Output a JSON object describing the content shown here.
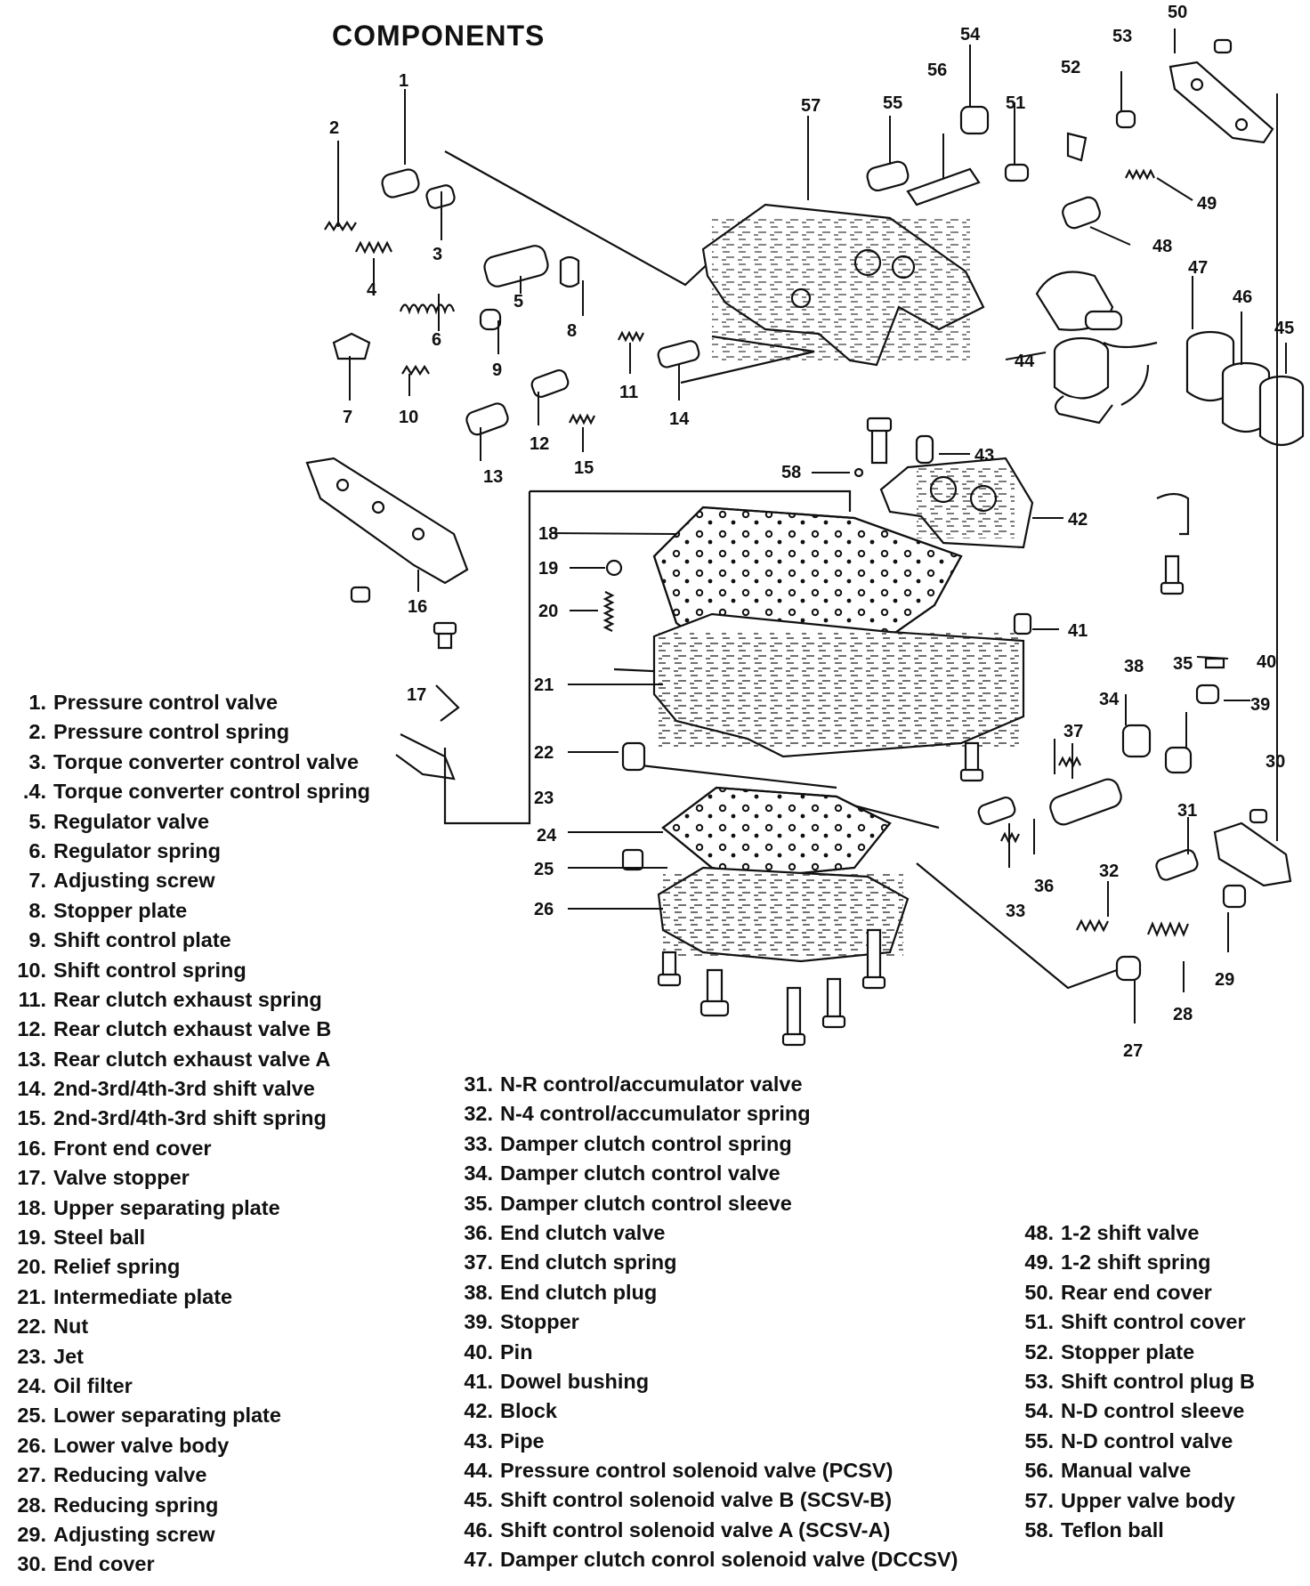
{
  "title": "COMPONENTS",
  "callouts": [
    "1",
    "2",
    "3",
    "4",
    "5",
    "6",
    "7",
    "8",
    "9",
    "10",
    "11",
    "12",
    "13",
    "14",
    "15",
    "16",
    "17",
    "18",
    "19",
    "20",
    "21",
    "22",
    "23",
    "24",
    "25",
    "26",
    "27",
    "28",
    "29",
    "30",
    "31",
    "32",
    "33",
    "34",
    "35",
    "36",
    "37",
    "38",
    "39",
    "40",
    "41",
    "42",
    "43",
    "44",
    "45",
    "46",
    "47",
    "48",
    "49",
    "50",
    "51",
    "52",
    "53",
    "54",
    "55",
    "56",
    "57",
    "58"
  ],
  "legend_left": [
    {
      "num": "1.",
      "label": "Pressure control valve"
    },
    {
      "num": "2.",
      "label": "Pressure control spring"
    },
    {
      "num": "3.",
      "label": "Torque converter control valve"
    },
    {
      "num": ".4.",
      "label": "Torque converter control spring"
    },
    {
      "num": "5.",
      "label": "Regulator valve"
    },
    {
      "num": "6.",
      "label": "Regulator spring"
    },
    {
      "num": "7.",
      "label": "Adjusting screw"
    },
    {
      "num": "8.",
      "label": "Stopper plate"
    },
    {
      "num": "9.",
      "label": "Shift control plate"
    },
    {
      "num": "10.",
      "label": "Shift control spring"
    },
    {
      "num": "11.",
      "label": "Rear clutch exhaust spring"
    },
    {
      "num": "12.",
      "label": "Rear clutch exhaust valve B"
    },
    {
      "num": "13.",
      "label": "Rear clutch exhaust valve A"
    },
    {
      "num": "14.",
      "label": "2nd-3rd/4th-3rd shift valve"
    },
    {
      "num": "15.",
      "label": "2nd-3rd/4th-3rd shift spring"
    },
    {
      "num": "16.",
      "label": "Front end cover"
    },
    {
      "num": "17.",
      "label": "Valve stopper"
    },
    {
      "num": "18.",
      "label": "Upper separating plate"
    },
    {
      "num": "19.",
      "label": "Steel ball"
    },
    {
      "num": "20.",
      "label": "Relief spring"
    },
    {
      "num": "21.",
      "label": "Intermediate plate"
    },
    {
      "num": "22.",
      "label": "Nut"
    },
    {
      "num": "23.",
      "label": "Jet"
    },
    {
      "num": "24.",
      "label": "Oil filter"
    },
    {
      "num": "25.",
      "label": "Lower separating plate"
    },
    {
      "num": "26.",
      "label": "Lower valve body"
    },
    {
      "num": "27.",
      "label": "Reducing valve"
    },
    {
      "num": "28.",
      "label": "Reducing spring"
    },
    {
      "num": "29.",
      "label": "Adjusting screw"
    },
    {
      "num": "30.",
      "label": "End cover"
    }
  ],
  "legend_mid": [
    {
      "num": "31.",
      "label": "N-R control/accumulator valve"
    },
    {
      "num": "32.",
      "label": "N-4 control/accumulator spring"
    },
    {
      "num": "33.",
      "label": "Damper clutch control spring"
    },
    {
      "num": "34.",
      "label": "Damper clutch control valve"
    },
    {
      "num": "35.",
      "label": "Damper clutch control sleeve"
    },
    {
      "num": "36.",
      "label": "End clutch valve"
    },
    {
      "num": "37.",
      "label": "End clutch spring"
    },
    {
      "num": "38.",
      "label": "End clutch plug"
    },
    {
      "num": "39.",
      "label": "Stopper"
    },
    {
      "num": "40.",
      "label": "Pin"
    },
    {
      "num": "41.",
      "label": "Dowel bushing"
    },
    {
      "num": "42.",
      "label": "Block"
    },
    {
      "num": "43.",
      "label": "Pipe"
    },
    {
      "num": "44.",
      "label": "Pressure control solenoid valve (PCSV)"
    },
    {
      "num": "45.",
      "label": "Shift control solenoid valve B (SCSV-B)"
    },
    {
      "num": "46.",
      "label": "Shift control solenoid valve A (SCSV-A)"
    },
    {
      "num": "47.",
      "label": "Damper clutch conrol solenoid valve (DCCSV)"
    }
  ],
  "legend_right": [
    {
      "num": "48.",
      "label": "1-2 shift valve"
    },
    {
      "num": "49.",
      "label": "1-2 shift spring"
    },
    {
      "num": "50.",
      "label": "Rear end cover"
    },
    {
      "num": "51.",
      "label": "Shift control cover"
    },
    {
      "num": "52.",
      "label": "Stopper plate"
    },
    {
      "num": "53.",
      "label": "Shift control plug B"
    },
    {
      "num": "54.",
      "label": "N-D control sleeve"
    },
    {
      "num": "55.",
      "label": "N-D control valve"
    },
    {
      "num": "56.",
      "label": "Manual valve"
    },
    {
      "num": "57.",
      "label": "Upper valve body"
    },
    {
      "num": "58.",
      "label": "Teflon ball"
    }
  ]
}
